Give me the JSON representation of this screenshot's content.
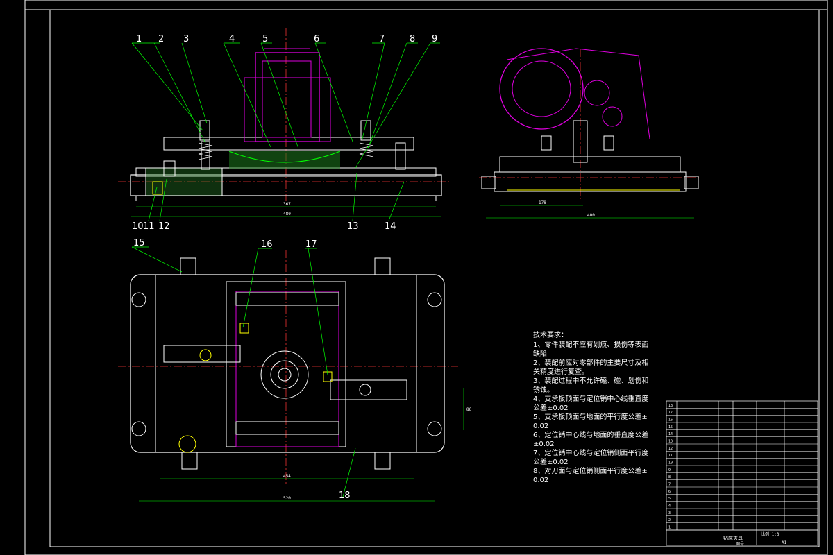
{
  "drawing": {
    "notes_title": "技术要求：",
    "notes": [
      "1、零件装配不应有划痕、损伤等表面",
      "缺陷",
      "2、装配前应对零部件的主要尺寸及相",
      "关精度进行复查。",
      "3、装配过程中不允许磕、碰、划伤和",
      "锈蚀。",
      "4、支承板顶面与定位销中心线垂直度",
      "公差±0.02",
      "5、支承板顶面与地面的平行度公差±",
      "0.02",
      "6、定位销中心线与地面的垂直度公差",
      "±0.02",
      "7、定位销中心线与定位销侧面平行度",
      "公差±0.02",
      "8、对刀面与定位销侧面平行度公差±",
      "0.02"
    ],
    "part_labels": [
      "1",
      "2",
      "3",
      "4",
      "5",
      "6",
      "7",
      "8",
      "9",
      "10",
      "11",
      "12",
      "13",
      "14",
      "15",
      "16",
      "17",
      "18"
    ],
    "dimensions": {
      "front_inner": "367",
      "front_overall": "480",
      "side_inner": "178",
      "side_overall": "400",
      "top_inner": "454",
      "top_overall": "520",
      "top_side": "86"
    },
    "title_block": {
      "title": "钻床夹具",
      "subtitle": "图号",
      "scale_label": "比例 1:3",
      "sheet": "A1"
    },
    "bom_rows": [
      "18",
      "17",
      "16",
      "15",
      "14",
      "13",
      "12",
      "11",
      "10",
      "9",
      "8",
      "7",
      "6",
      "5",
      "4",
      "3",
      "2",
      "1"
    ]
  }
}
